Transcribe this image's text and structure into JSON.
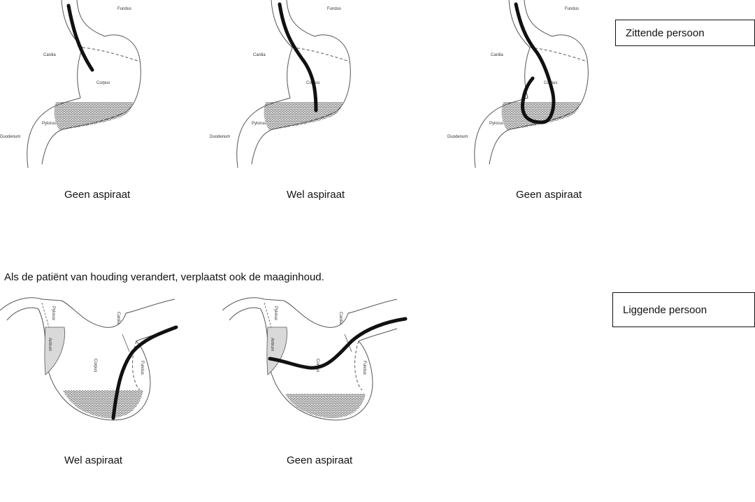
{
  "labels": {
    "sitting": "Zittende persoon",
    "lying": "Liggende persoon",
    "sentence": "Als de patiënt van houding verandert, verplaatst ook de maaginhoud."
  },
  "captions": {
    "s1": "Geen aspiraat",
    "s2": "Wel aspiraat",
    "s3": "Geen aspiraat",
    "l1": "Wel aspiraat",
    "l2": "Geen aspiraat"
  },
  "anatomy": {
    "fundus": "Fundus",
    "cardia": "Cardia",
    "corpus": "Corpus",
    "duodenum": "Duodenum",
    "pylorus": "Pylorus",
    "antrum": "Antrum"
  },
  "colors": {
    "tube": "#111111",
    "outline": "#555555",
    "antrum_fill": "#d9d9d9"
  }
}
